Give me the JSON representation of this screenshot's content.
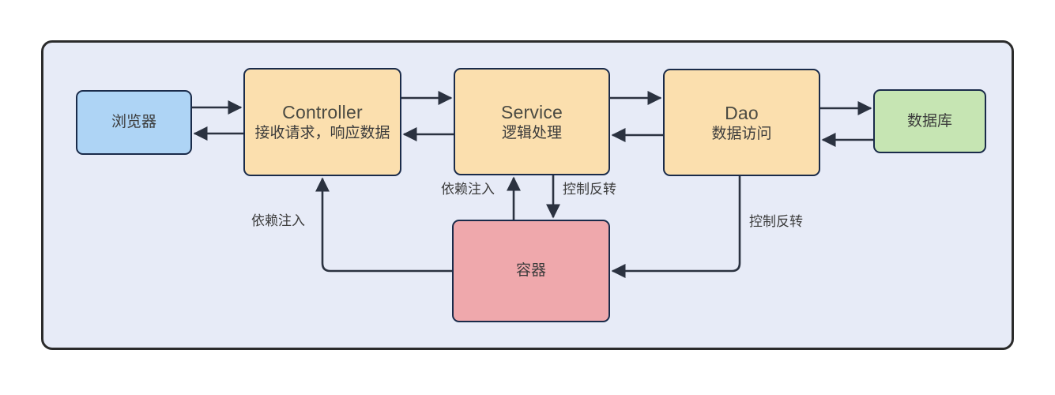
{
  "diagram": {
    "title": "Spring IoC / DI layered architecture diagram",
    "background_color": "#ffffff",
    "outer_container": {
      "name": "application-boundary",
      "fill": "#e7ebf7",
      "stroke": "#2b2b2b"
    },
    "nodes": [
      {
        "id": "browser",
        "title_cn": "浏览器",
        "title_en": "",
        "subtitle": "",
        "fill": "#aed4f5",
        "stroke": "#1a2b4a"
      },
      {
        "id": "controller",
        "title_en": "Controller",
        "subtitle": "接收请求，响应数据",
        "fill": "#fbdfae",
        "stroke": "#1a2b4a"
      },
      {
        "id": "service",
        "title_en": "Service",
        "subtitle": "逻辑处理",
        "fill": "#fbdfae",
        "stroke": "#1a2b4a"
      },
      {
        "id": "dao",
        "title_en": "Dao",
        "subtitle": "数据访问",
        "fill": "#fbdfae",
        "stroke": "#1a2b4a"
      },
      {
        "id": "database",
        "title_cn": "数据库",
        "fill": "#c6e5b3",
        "stroke": "#1a2b4a"
      },
      {
        "id": "ioc-container",
        "title_cn": "容器",
        "fill": "#efa8ac",
        "stroke": "#1a2b4a"
      }
    ],
    "edge_labels": {
      "di_left": "依赖注入",
      "di_mid": "依赖注入",
      "ioc_mid": "控制反转",
      "ioc_right": "控制反转"
    },
    "edges": [
      {
        "from": "browser",
        "to": "controller",
        "direction": "right",
        "label": ""
      },
      {
        "from": "controller",
        "to": "browser",
        "direction": "left",
        "label": ""
      },
      {
        "from": "controller",
        "to": "service",
        "direction": "right",
        "label": ""
      },
      {
        "from": "service",
        "to": "controller",
        "direction": "left",
        "label": ""
      },
      {
        "from": "service",
        "to": "dao",
        "direction": "right",
        "label": ""
      },
      {
        "from": "dao",
        "to": "service",
        "direction": "left",
        "label": ""
      },
      {
        "from": "dao",
        "to": "database",
        "direction": "right",
        "label": ""
      },
      {
        "from": "database",
        "to": "dao",
        "direction": "left",
        "label": ""
      },
      {
        "from": "ioc-container",
        "to": "controller",
        "direction": "up",
        "label": "依赖注入"
      },
      {
        "from": "ioc-container",
        "to": "service",
        "direction": "up",
        "label": "依赖注入"
      },
      {
        "from": "service",
        "to": "ioc-container",
        "direction": "down",
        "label": "控制反转"
      },
      {
        "from": "dao",
        "to": "ioc-container",
        "direction": "down-left",
        "label": "控制反转"
      }
    ],
    "stroke_color": "#2b3240",
    "stroke_width": 2.5
  }
}
